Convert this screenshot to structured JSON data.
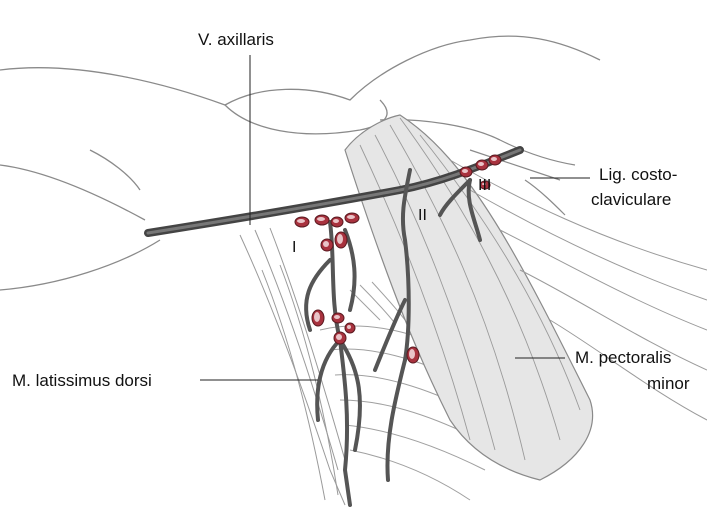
{
  "labels": {
    "vein": "V. axillaris",
    "ligament_line1": "Lig. costo-",
    "ligament_line2": "claviculare",
    "pectoralis_line1": "M. pectoralis",
    "pectoralis_line2": "minor",
    "latissimus": "M. latissimus dorsi"
  },
  "levels": {
    "level_1": "I",
    "level_2": "II",
    "level_3": "III"
  },
  "colors": {
    "lymph_node": "#a8323e",
    "vessel": "#555555",
    "outline": "#8a8a8a",
    "muscle_shade": "#e6e6e6"
  }
}
